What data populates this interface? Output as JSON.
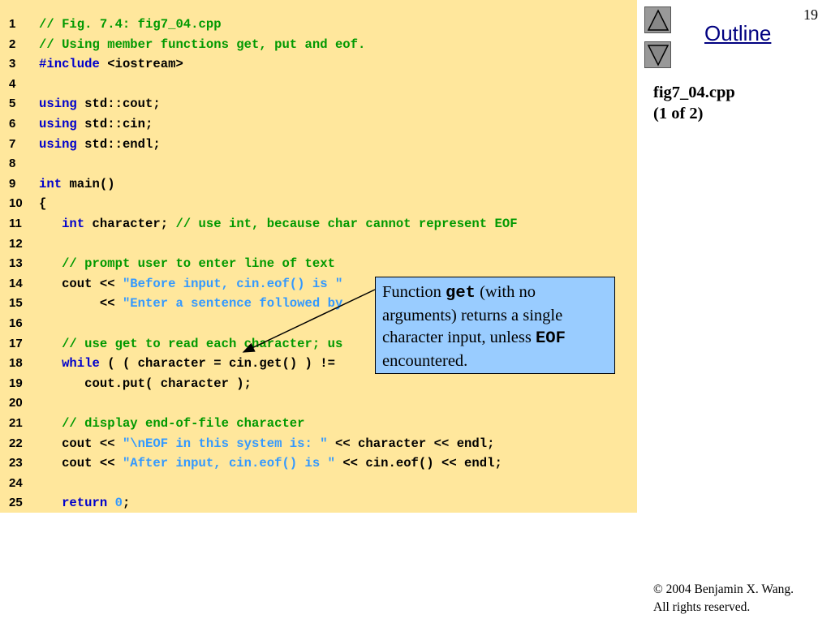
{
  "slide": {
    "page_number": "19",
    "outline_label": "Outline",
    "file_title": "fig7_04.cpp",
    "file_part": "(1 of 2)"
  },
  "nav": {
    "up_label": "previous slide",
    "down_label": "next slide"
  },
  "footer": {
    "copyright_symbol": "©",
    "copyright_text": " 2004 Benjamin X. Wang.",
    "rights": "All rights reserved."
  },
  "code_lines": [
    {
      "n": "1",
      "tokens": [
        [
          "cm",
          "// Fig. 7.4: fig7_04.cpp"
        ]
      ]
    },
    {
      "n": "2",
      "tokens": [
        [
          "cm",
          "// Using member functions get, put and eof."
        ]
      ]
    },
    {
      "n": "3",
      "tokens": [
        [
          "kw",
          "#include "
        ],
        [
          "pl",
          "<iostream>"
        ]
      ]
    },
    {
      "n": "4",
      "tokens": []
    },
    {
      "n": "5",
      "tokens": [
        [
          "kw",
          "using "
        ],
        [
          "pl",
          "std::cout;"
        ]
      ]
    },
    {
      "n": "6",
      "tokens": [
        [
          "kw",
          "using "
        ],
        [
          "pl",
          "std::cin;"
        ]
      ]
    },
    {
      "n": "7",
      "tokens": [
        [
          "kw",
          "using "
        ],
        [
          "pl",
          "std::endl;"
        ]
      ]
    },
    {
      "n": "8",
      "tokens": []
    },
    {
      "n": "9",
      "tokens": [
        [
          "kw",
          "int "
        ],
        [
          "pl",
          "main()"
        ]
      ]
    },
    {
      "n": "10",
      "tokens": [
        [
          "pl",
          "{"
        ]
      ]
    },
    {
      "n": "11",
      "tokens": [
        [
          "pl",
          "   "
        ],
        [
          "kw",
          "int "
        ],
        [
          "pl",
          "character; "
        ],
        [
          "cm",
          "// use int, because char cannot represent EOF"
        ]
      ]
    },
    {
      "n": "12",
      "tokens": []
    },
    {
      "n": "13",
      "tokens": [
        [
          "pl",
          "   "
        ],
        [
          "cm",
          "// prompt user to enter line of text"
        ]
      ]
    },
    {
      "n": "14",
      "tokens": [
        [
          "pl",
          "   cout << "
        ],
        [
          "str",
          "\"Before input, cin.eof() is \""
        ]
      ]
    },
    {
      "n": "15",
      "tokens": [
        [
          "pl",
          "        << "
        ],
        [
          "str",
          "\"Enter a sentence followed by"
        ]
      ]
    },
    {
      "n": "16",
      "tokens": []
    },
    {
      "n": "17",
      "tokens": [
        [
          "pl",
          "   "
        ],
        [
          "cm",
          "// use get to read each character; us"
        ]
      ]
    },
    {
      "n": "18",
      "tokens": [
        [
          "pl",
          "   "
        ],
        [
          "kw",
          "while "
        ],
        [
          "pl",
          "( ( character = cin.get() ) != "
        ]
      ]
    },
    {
      "n": "19",
      "tokens": [
        [
          "pl",
          "      cout.put( character );"
        ]
      ]
    },
    {
      "n": "20",
      "tokens": []
    },
    {
      "n": "21",
      "tokens": [
        [
          "pl",
          "   "
        ],
        [
          "cm",
          "// display end-of-file character"
        ]
      ]
    },
    {
      "n": "22",
      "tokens": [
        [
          "pl",
          "   cout << "
        ],
        [
          "str",
          "\"\\nEOF in this system is: \""
        ],
        [
          "pl",
          " << character << endl;"
        ]
      ]
    },
    {
      "n": "23",
      "tokens": [
        [
          "pl",
          "   cout << "
        ],
        [
          "str",
          "\"After input, cin.eof() is \""
        ],
        [
          "pl",
          " << cin.eof() << endl;"
        ]
      ]
    },
    {
      "n": "24",
      "tokens": []
    },
    {
      "n": "25",
      "tokens": [
        [
          "pl",
          "   "
        ],
        [
          "kw",
          "return "
        ],
        [
          "num",
          "0"
        ],
        [
          "pl",
          ";"
        ]
      ]
    }
  ],
  "callout": {
    "t1": "Function ",
    "code1": "get",
    "t2": " (with no arguments) returns a single character input, unless ",
    "code2": "EOF",
    "t3": " encountered."
  },
  "colors": {
    "code_background": "#ffe79c",
    "callout_background": "#99ccff",
    "keyword": "#0000cc",
    "comment": "#009900",
    "string": "#3399ff",
    "outline_link": "#000080",
    "nav_button": "#999999"
  }
}
